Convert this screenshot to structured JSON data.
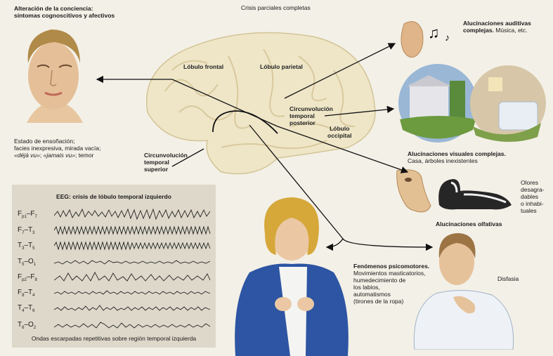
{
  "title": "Crisis parciales completas",
  "consciousness": {
    "heading_line1": "Alteración de la conciencia:",
    "heading_line2": "síntomas cognoscitivos y afectivos",
    "desc_line1": "Estado de ensoñación;",
    "desc_line2": "facies inexpresiva, mirada vacía;",
    "desc_line3_italic_a": "«déjà vu»",
    "desc_line3_sep": "; ",
    "desc_line3_italic_b": "«jamais vu»",
    "desc_line3_end": "; temor"
  },
  "brain": {
    "frontal": "Lóbulo frontal",
    "parietal": "Lóbulo parietal",
    "post_temporal_1": "Circunvolución",
    "post_temporal_2": "temporal",
    "post_temporal_3": "posterior",
    "occipital_1": "Lóbulo",
    "occipital_2": "occipital",
    "sup_temporal_1": "Circunvolución",
    "sup_temporal_2": "temporal",
    "sup_temporal_3": "superior"
  },
  "auditory": {
    "bold": "Alucinaciones auditivas",
    "bold2": "complejas.",
    "rest": " Música, etc."
  },
  "visual": {
    "bold": "Alucinaciones visuales complejas.",
    "rest": "Casa, árboles inexistentes"
  },
  "olfactory": {
    "side_lines": [
      "Olores",
      "desagra-",
      "dables",
      "o inhabi-",
      "tuales"
    ],
    "caption": "Alucinaciones olfativas"
  },
  "psychomotor": {
    "bold": "Fenómenos psicomotores.",
    "lines": [
      "Movimientos masticatorios,",
      "humedecimiento de",
      "los labios,",
      "automatismos",
      "(tirones de la ropa)"
    ]
  },
  "dysphasia": "Disfasia",
  "eeg": {
    "title": "EEG: crisis de lóbulo temporal izquierdo",
    "channels": [
      {
        "a": "F",
        "as": "p1",
        "b": "F",
        "bs": "7"
      },
      {
        "a": "F",
        "as": "7",
        "b": "T",
        "bs": "3"
      },
      {
        "a": "T",
        "as": "3",
        "b": "T",
        "bs": "5"
      },
      {
        "a": "T",
        "as": "5",
        "b": "O",
        "bs": "1"
      },
      {
        "a": "F",
        "as": "p2",
        "b": "F",
        "bs": "8"
      },
      {
        "a": "F",
        "as": "8",
        "b": "T",
        "bs": "4"
      },
      {
        "a": "T",
        "as": "4",
        "b": "T",
        "bs": "6"
      },
      {
        "a": "T",
        "as": "6",
        "b": "O",
        "bs": "2"
      }
    ],
    "caption": "Ondas escarpadas repetitivas sobre región temporal izquierda"
  },
  "colors": {
    "background": "#f3f0e7",
    "brain": "#efe6c8",
    "cardigan": "#2d55a3",
    "eeg_panel": "#ddd8ca"
  }
}
